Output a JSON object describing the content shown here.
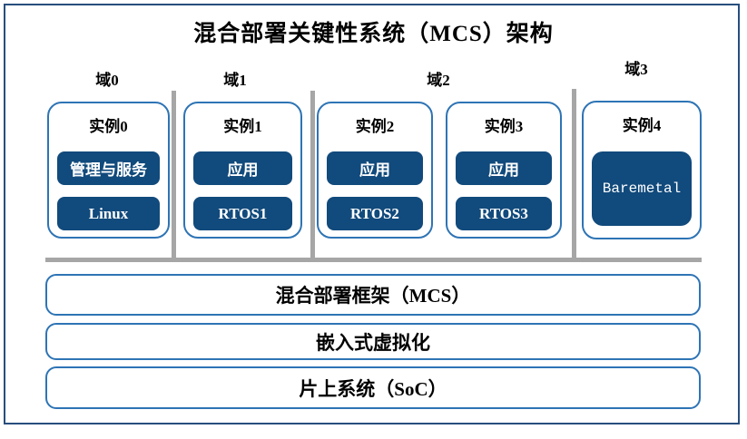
{
  "title": "混合部署关键性系统（MCS）架构",
  "colors": {
    "navy_fill": "#114a7c",
    "instance_border": "#2e74b5",
    "frame_border": "#274e7d",
    "separator_gray": "#a6a6a6",
    "module_text": "#ffffff",
    "label_text": "#000000"
  },
  "domains": [
    {
      "label": "域0",
      "instances": [
        {
          "label": "实例0",
          "modules": [
            "管理与服务",
            "Linux"
          ]
        }
      ]
    },
    {
      "label": "域1",
      "instances": [
        {
          "label": "实例1",
          "modules": [
            "应用",
            "RTOS1"
          ]
        }
      ]
    },
    {
      "label": "域2",
      "instances": [
        {
          "label": "实例2",
          "modules": [
            "应用",
            "RTOS2"
          ]
        },
        {
          "label": "实例3",
          "modules": [
            "应用",
            "RTOS3"
          ]
        }
      ]
    },
    {
      "label": "域3",
      "instances": [
        {
          "label": "实例4",
          "modules": [
            "Baremetal"
          ]
        }
      ]
    }
  ],
  "layers": [
    {
      "label": "混合部署框架（MCS）"
    },
    {
      "label": "嵌入式虚拟化"
    },
    {
      "label": "片上系统（SoC）"
    }
  ]
}
